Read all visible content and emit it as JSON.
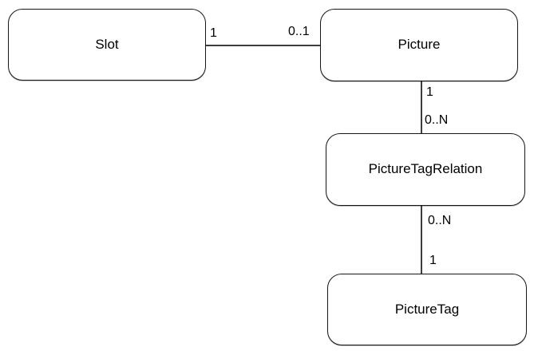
{
  "diagram": {
    "type": "entity-relationship",
    "colors": {
      "background": "#ffffff",
      "node_fill": "#ffffff",
      "node_stroke": "#161616",
      "edge_stroke": "#3d3d3d",
      "text": "#000000"
    },
    "entities": [
      {
        "id": "slot",
        "label": "Slot"
      },
      {
        "id": "picture",
        "label": "Picture"
      },
      {
        "id": "picture-tag-relation",
        "label": "PictureTagRelation"
      },
      {
        "id": "picture-tag",
        "label": "PictureTag"
      }
    ],
    "relations": [
      {
        "from": "Slot",
        "to": "Picture",
        "from_card": "1",
        "to_card": "0..1"
      },
      {
        "from": "Picture",
        "to": "PictureTagRelation",
        "from_card": "1",
        "to_card": "0..N"
      },
      {
        "from": "PictureTagRelation",
        "to": "PictureTag",
        "from_card": "0..N",
        "to_card": "1"
      }
    ]
  }
}
